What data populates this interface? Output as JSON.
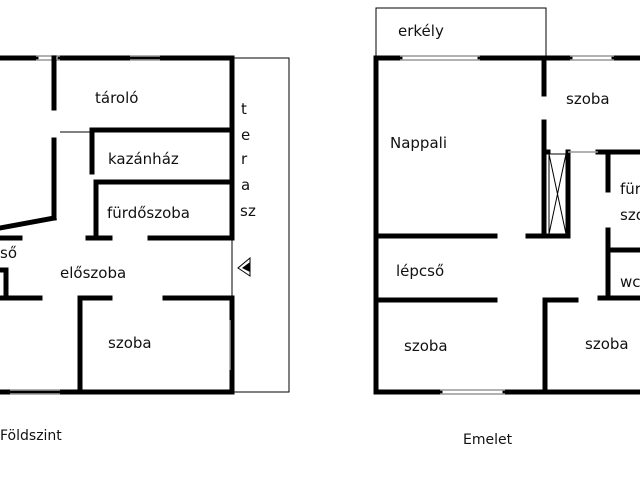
{
  "plans": [
    {
      "caption": "Földszint",
      "rooms": {
        "taroló": "tároló",
        "kazanhaz": "kazánház",
        "furdoszoba": "fürdőszoba",
        "eloszoba": "előszoba",
        "szoba": "szoba",
        "lepcso_fragment": "ső",
        "terasz": [
          "t",
          "e",
          "r",
          "a",
          "s",
          "z"
        ]
      }
    },
    {
      "caption": "Emelet",
      "rooms": {
        "erkely": "erkély",
        "nappali": "Nappali",
        "szoba_top": "szoba",
        "furdo_fragment_1": "für",
        "furdo_fragment_2": "szo",
        "wc_fragment": "wc",
        "lepcso": "lépcső",
        "szoba_bottom_left": "szoba",
        "szoba_bottom_right": "szoba"
      }
    }
  ]
}
